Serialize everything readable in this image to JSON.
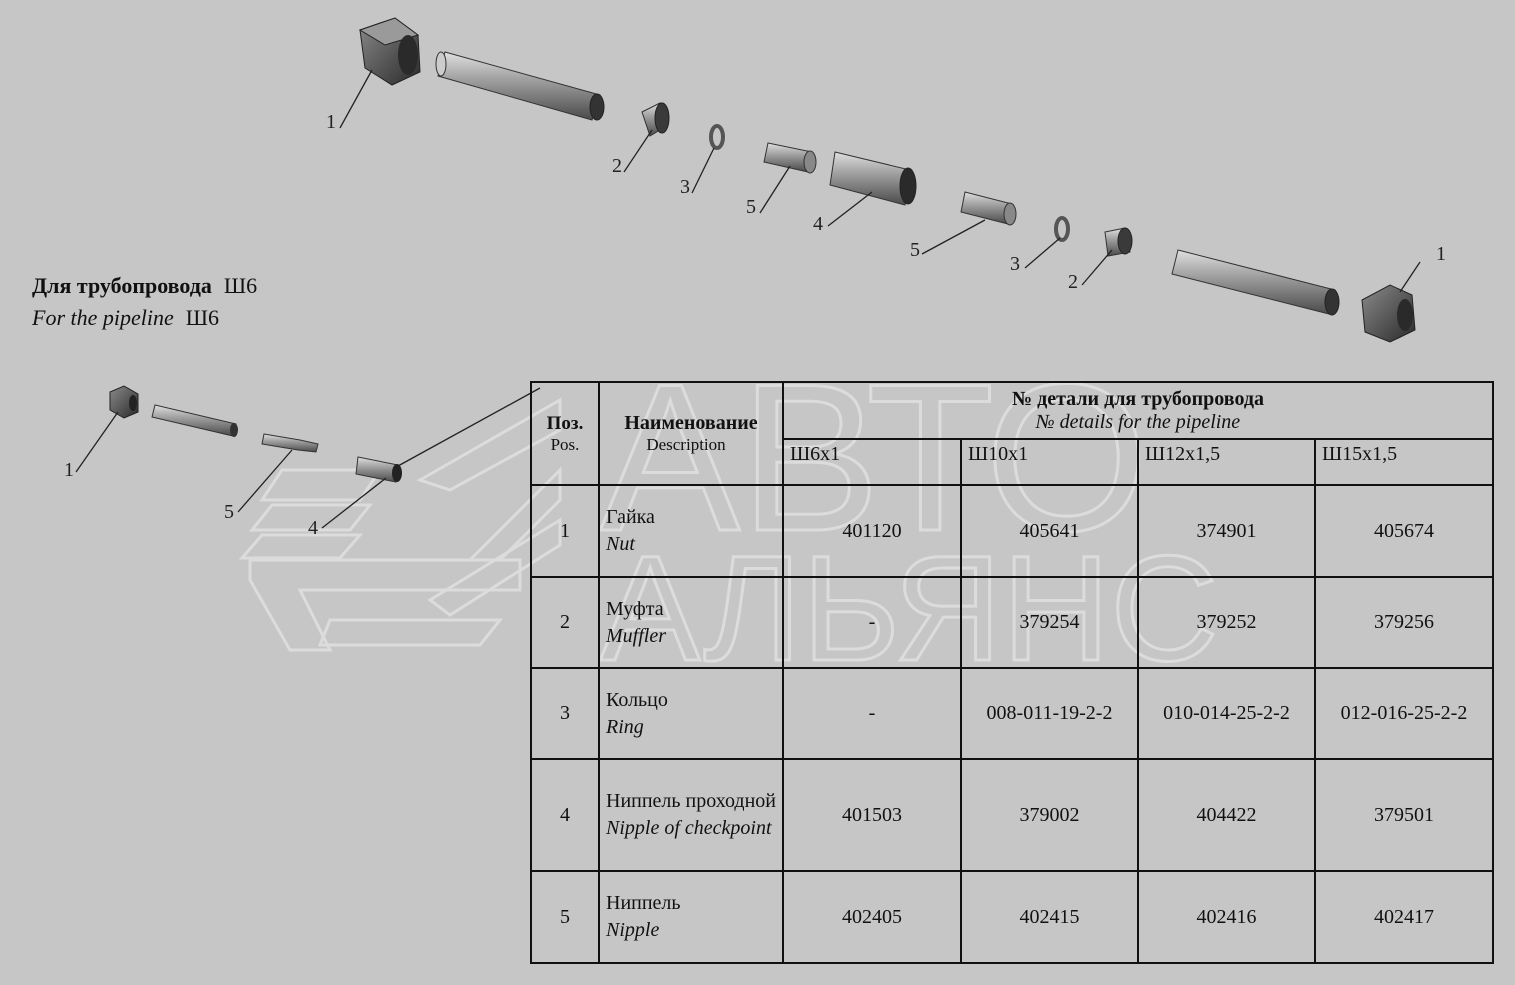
{
  "title": {
    "ru": "Для трубопровода",
    "en": "For the pipeline",
    "size": "Ш6"
  },
  "callouts": {
    "top": [
      "1",
      "2",
      "3",
      "5",
      "4",
      "5",
      "3",
      "2",
      "1"
    ],
    "small": [
      "1",
      "5",
      "4"
    ]
  },
  "watermark": {
    "line1": "АВТО",
    "line2": "АЛЬЯНС"
  },
  "colors": {
    "background": "#c6c6c6",
    "part_dark": "#3a3a3a",
    "part_light": "#9a9a9a",
    "border": "#111111"
  },
  "table": {
    "header": {
      "pos_ru": "Поз.",
      "pos_en": "Pos.",
      "desc_ru": "Наименование",
      "desc_en": "Description",
      "num_ru": "№  детали для трубопровода",
      "num_en": "№ details for the pipeline"
    },
    "sizes": [
      "Ш6х1",
      "Ш10х1",
      "Ш12х1,5",
      "Ш15х1,5"
    ],
    "rows": [
      {
        "pos": "1",
        "ru": "Гайка",
        "en": "Nut",
        "values": [
          "401120",
          "405641",
          "374901",
          "405674"
        ]
      },
      {
        "pos": "2",
        "ru": "Муфта",
        "en": "Muffler",
        "values": [
          "-",
          "379254",
          "379252",
          "379256"
        ]
      },
      {
        "pos": "3",
        "ru": "Кольцо",
        "en": "Ring",
        "values": [
          "-",
          "008-011-19-2-2",
          "010-014-25-2-2",
          "012-016-25-2-2"
        ]
      },
      {
        "pos": "4",
        "ru": "Ниппель проходной",
        "en": "Nipple of checkpoint",
        "values": [
          "401503",
          "379002",
          "404422",
          "379501"
        ]
      },
      {
        "pos": "5",
        "ru": "Ниппель",
        "en": "Nipple",
        "values": [
          "402405",
          "402415",
          "402416",
          "402417"
        ]
      }
    ]
  }
}
